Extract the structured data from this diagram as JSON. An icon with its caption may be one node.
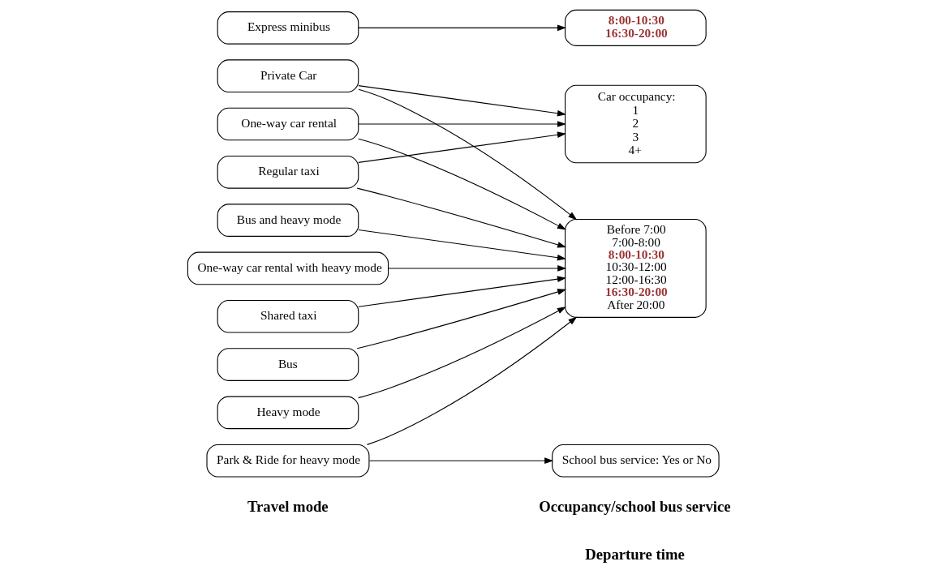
{
  "diagram": {
    "nodes": [
      {
        "text": [
          "Private Car"
        ]
      },
      {
        "text": [
          "One-way car rental"
        ]
      },
      {
        "text": [
          "Regular taxi"
        ]
      },
      {
        "text": [
          "Shared taxi"
        ]
      },
      {
        "text": [
          "Bus"
        ]
      },
      {
        "text": [
          "Heavy mode"
        ]
      },
      {
        "text": [
          "Express minibus"
        ]
      },
      {
        "text": [
          "Bus and heavy mode"
        ]
      },
      {
        "text": [
          "Park & Ride for heavy mode"
        ]
      },
      {
        "text": [
          "One-way car rental with heavy mode"
        ]
      },
      {
        "text": [
          "Before 7:00",
          "7:00-8:00",
          "8:00-10:30",
          "10:30-12:00",
          "12:00-16:30",
          "16:30-20:00",
          "After 20:00"
        ]
      },
      {
        "text": [
          "8:00-10:30",
          "16:30-20:00"
        ]
      },
      {
        "text": [
          "Car occupancy:",
          "1",
          "2",
          "3",
          "4+"
        ]
      },
      {
        "text": [
          "School bus service: Yes or No"
        ]
      }
    ],
    "edges": [
      {
        "from": 0,
        "to": 12,
        "arrow": "to"
      },
      {
        "from": 0,
        "to": 10,
        "arrow": "to"
      },
      {
        "from": 1,
        "to": 12,
        "arrow": "to"
      },
      {
        "from": 1,
        "to": 10,
        "arrow": "to"
      },
      {
        "from": 2,
        "to": 12,
        "arrow": "to"
      },
      {
        "from": 2,
        "to": 10,
        "arrow": "to"
      },
      {
        "from": 3,
        "to": 10,
        "arrow": "to"
      },
      {
        "from": 4,
        "to": 10,
        "arrow": "to"
      },
      {
        "from": 5,
        "to": 10,
        "arrow": "to"
      },
      {
        "from": 6,
        "to": 11,
        "arrow": "to"
      },
      {
        "from": 7,
        "to": 10,
        "arrow": "to"
      },
      {
        "from": 8,
        "to": 10,
        "arrow": "to"
      },
      {
        "from": 8,
        "to": 13,
        "arrow": "to"
      },
      {
        "from": 9,
        "to": 10,
        "arrow": "to"
      }
    ],
    "labels": [
      "Travel mode",
      "Departure time",
      "Occupancy/school bus service"
    ]
  }
}
